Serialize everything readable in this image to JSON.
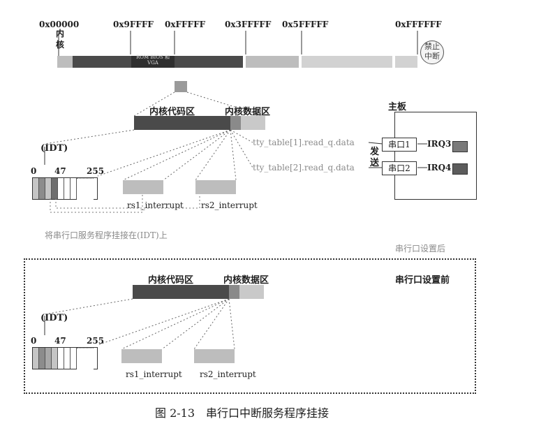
{
  "memory_map": {
    "addresses": [
      "0x00000",
      "0x9FFFF",
      "0xFFFFF",
      "0x3FFFFF",
      "0x5FFFFF",
      "0xFFFFFF"
    ],
    "kernel_label": "内核",
    "rom_label": "ROM BIOS 和 VGA",
    "forbidden_label": "禁止中断"
  },
  "after": {
    "caption": "串行口设置后",
    "code_area": "内核代码区",
    "data_area": "内核数据区",
    "idt_label": "(IDT)",
    "idt_ticks": [
      "0",
      "47",
      "255"
    ],
    "rs1": "rs1_interrupt",
    "rs2": "rs2_interrupt",
    "hook_note": "将串行口服务程序挂接在(IDT)上",
    "tty1": "tty_table[1].read_q.data",
    "tty2": "tty_table[2].read_q.data",
    "send_label": "发送",
    "board": {
      "title": "主板",
      "port1": "串口1",
      "port2": "串口2",
      "irq3": "IRQ3",
      "irq4": "IRQ4"
    }
  },
  "before": {
    "caption": "串行口设置前",
    "code_area": "内核代码区",
    "data_area": "内核数据区",
    "idt_label": "(IDT)",
    "idt_ticks": [
      "0",
      "47",
      "255"
    ],
    "rs1": "rs1_interrupt",
    "rs2": "rs2_interrupt"
  },
  "figure_caption": "图 2-13　串行口中断服务程序挂接"
}
